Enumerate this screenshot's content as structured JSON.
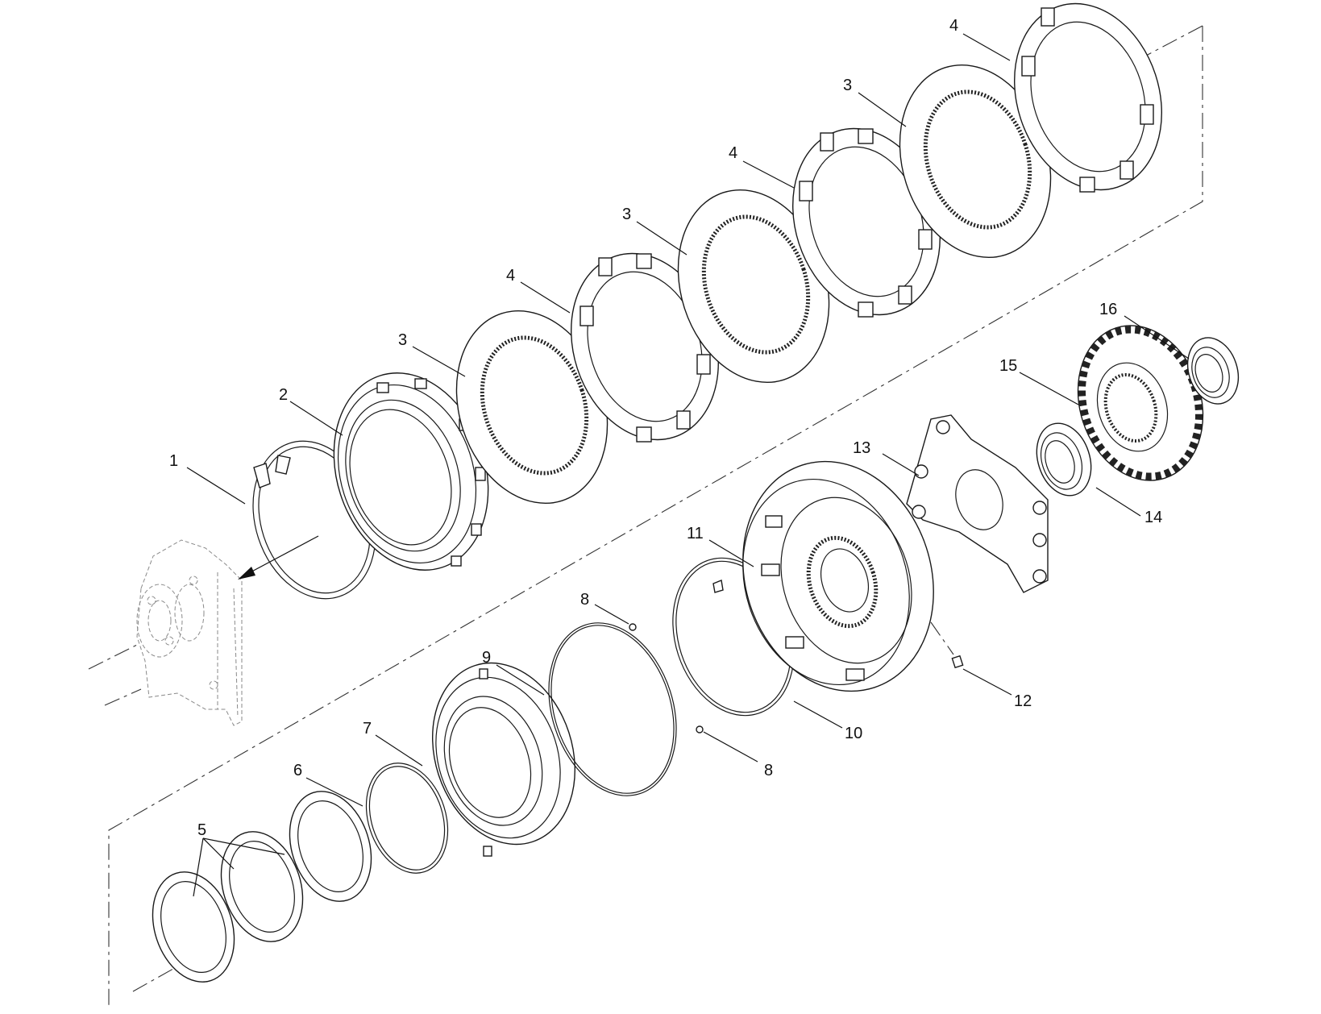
{
  "diagram": {
    "type": "exploded-parts-view",
    "callouts": [
      {
        "id": "c1",
        "label": "1"
      },
      {
        "id": "c2",
        "label": "2"
      },
      {
        "id": "c3a",
        "label": "3"
      },
      {
        "id": "c3b",
        "label": "3"
      },
      {
        "id": "c3c",
        "label": "3"
      },
      {
        "id": "c4a",
        "label": "4"
      },
      {
        "id": "c4b",
        "label": "4"
      },
      {
        "id": "c4c",
        "label": "4"
      },
      {
        "id": "c5",
        "label": "5"
      },
      {
        "id": "c6",
        "label": "6"
      },
      {
        "id": "c7",
        "label": "7"
      },
      {
        "id": "c8a",
        "label": "8"
      },
      {
        "id": "c8b",
        "label": "8"
      },
      {
        "id": "c9",
        "label": "9"
      },
      {
        "id": "c10",
        "label": "10"
      },
      {
        "id": "c11",
        "label": "11"
      },
      {
        "id": "c12",
        "label": "12"
      },
      {
        "id": "c13",
        "label": "13"
      },
      {
        "id": "c14",
        "label": "14"
      },
      {
        "id": "c15",
        "label": "15"
      },
      {
        "id": "c16",
        "label": "16"
      }
    ]
  }
}
